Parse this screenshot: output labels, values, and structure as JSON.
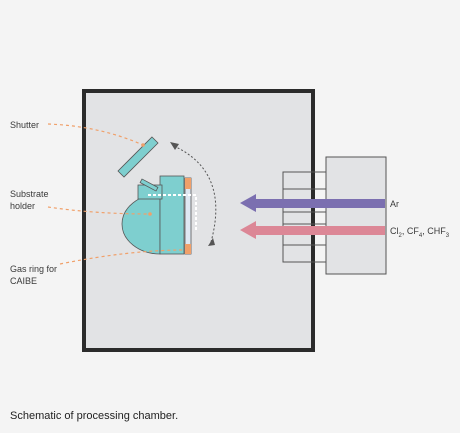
{
  "labels": {
    "shutter": "Shutter",
    "substrate_holder_line1": "Substrate",
    "substrate_holder_line2": "holder",
    "gas_ring_line1": "Gas ring for",
    "gas_ring_line2": "CAIBE"
  },
  "gases": {
    "ar": "Ar",
    "reactive": {
      "cl": "Cl",
      "cl_sub": "2",
      "sep1": ", CF",
      "cf_sub": "4",
      "sep2": ", CHF",
      "chf_sub": "3"
    }
  },
  "caption": "Schematic of processing chamber.",
  "colors": {
    "background": "#f4f4f4",
    "chamber_fill": "#e2e3e5",
    "chamber_border": "#2b2b2b",
    "holder": "#7ecfcf",
    "ar_arrow": "#7b6fb0",
    "reactive_arrow": "#dc8796",
    "leader_line": "#f0a06a",
    "gas_ring_tab": "#f0a06a"
  }
}
